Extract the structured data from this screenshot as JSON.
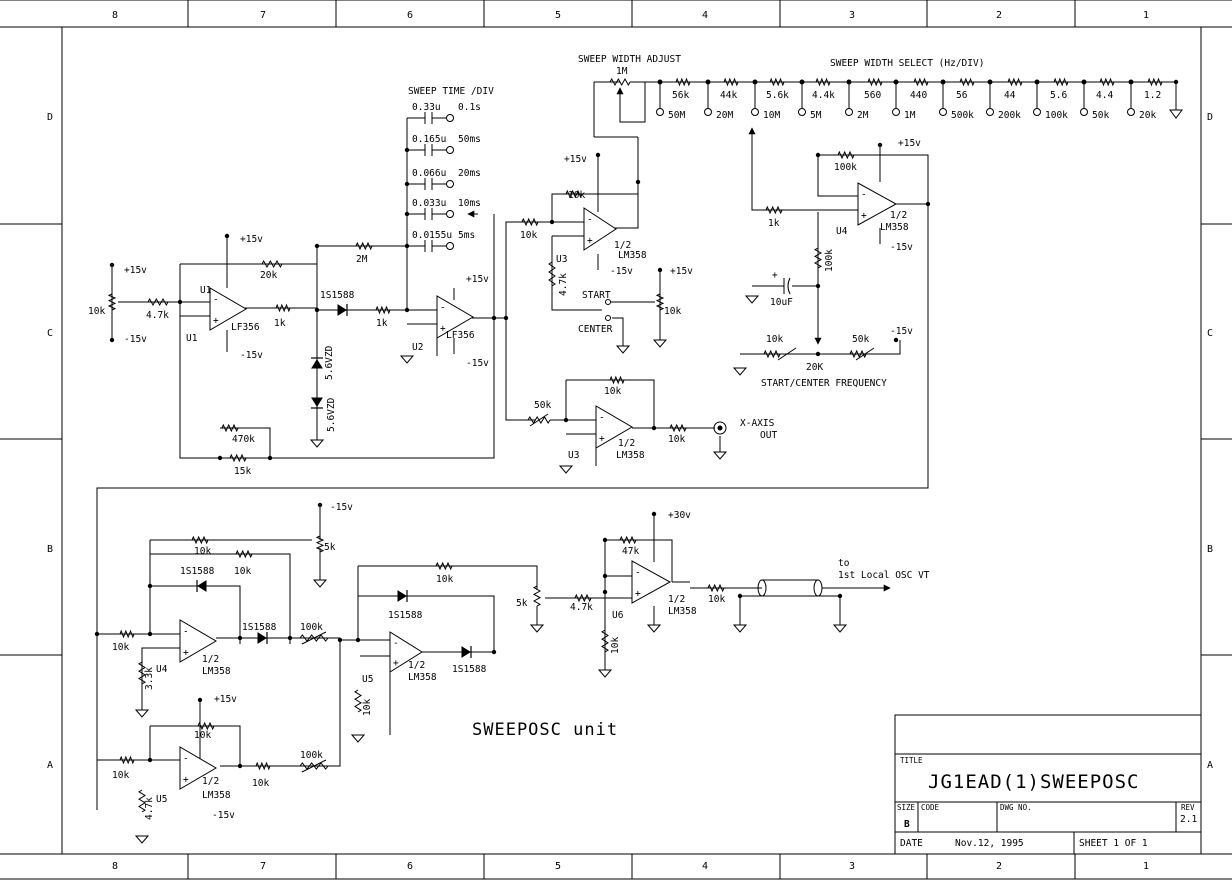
{
  "border": {
    "columns": [
      "8",
      "7",
      "6",
      "5",
      "4",
      "3",
      "2",
      "1"
    ],
    "rows": [
      "D",
      "C",
      "B",
      "A"
    ]
  },
  "headings": {
    "sweep_time": "SWEEP TIME /DIV",
    "sweep_width_adjust": "SWEEP WIDTH ADJUST",
    "sweep_width_select": "SWEEP WIDTH SELECT (Hz/DIV)",
    "start_center_freq": "START/CENTER FREQUENCY",
    "unit_name": "SWEEPOSC unit",
    "x_axis_out_1": "X-AXIS",
    "x_axis_out_2": "OUT",
    "to_1": "to",
    "to_2": "1st Local OSC VT",
    "start": "START",
    "center": "CENTER"
  },
  "sweep_time_caps": [
    {
      "cap": "0.33u",
      "time": "0.1s"
    },
    {
      "cap": "0.165u",
      "time": "50ms"
    },
    {
      "cap": "0.066u",
      "time": "20ms"
    },
    {
      "cap": "0.033u",
      "time": "10ms"
    },
    {
      "cap": "0.0155u",
      "time": "5ms"
    }
  ],
  "width_ladder": {
    "pot": "1M",
    "resistors": [
      "56k",
      "44k",
      "5.6k",
      "4.4k",
      "560",
      "440",
      "56",
      "44",
      "5.6",
      "4.4",
      "1.2"
    ],
    "taps": [
      "50M",
      "20M",
      "10M",
      "5M",
      "2M",
      "1M",
      "500k",
      "200k",
      "100k",
      "50k",
      "20k"
    ]
  },
  "parts": {
    "v_p15": "+15v",
    "v_m15": "-15v",
    "v_p30": "+30v",
    "r_10k": "10k",
    "r_4_7k": "4.7k",
    "r_20k": "20k",
    "r_1k": "1k",
    "r_2m": "2M",
    "r_470k": "470k",
    "r_15k": "15k",
    "r_100k": "100k",
    "r_50k": "50k",
    "r_5k": "5k",
    "r_47k": "47k",
    "r_3_3k": "3.3k",
    "r_20K": "20K",
    "r_4_7k_v": "4.7k",
    "c_10uf": "10uF",
    "d_1s1588": "1S1588",
    "z_5_6v": "5.6VZD",
    "lf356": "LF356",
    "lm358": "LM358",
    "half": "1/2",
    "u1": "U1",
    "u2": "U2",
    "u3": "U3",
    "u4": "U4",
    "u5": "U5",
    "u6": "U6"
  },
  "title_block": {
    "title_label": "TITLE",
    "title": "JG1EAD(1)SWEEPOSC",
    "size_label": "SIZE",
    "size": "B",
    "code_label": "CODE",
    "dwg_label": "DWG NO.",
    "rev_label": "REV",
    "rev": "2.1",
    "date_label": "DATE",
    "date": "Nov.12, 1995",
    "sheet": "SHEET 1 OF 1"
  }
}
